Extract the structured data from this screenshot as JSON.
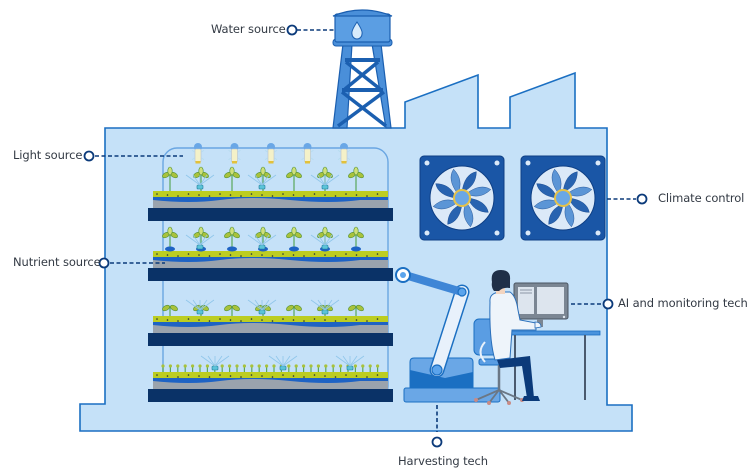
{
  "title": "Vertical farming facility",
  "colors": {
    "building_fill": "#c5e1f8",
    "building_stroke": "#1b6fc2",
    "shelf_dark": "#0a3267",
    "fan_blue": "#1a56a6",
    "accent_navy": "#0b3a7a",
    "soil_green": "#bccd21",
    "water_blue": "#1e63c4",
    "soil_gray": "#9aa3ad",
    "label_text": "#333a44"
  },
  "callouts": [
    {
      "id": "water",
      "label": "Water source",
      "icon": "water-drop-icon"
    },
    {
      "id": "light",
      "label": "Light source",
      "icon": "led-lamp-icon"
    },
    {
      "id": "nutrient",
      "label": "Nutrient source",
      "icon": "sprinkler-icon"
    },
    {
      "id": "climate",
      "label": "Climate control",
      "icon": "fan-icon"
    },
    {
      "id": "ai",
      "label": "AI and monitoring tech",
      "icon": "computer-monitor-icon"
    },
    {
      "id": "harvest",
      "label": "Harvesting tech",
      "icon": "robotic-arm-icon"
    }
  ],
  "shelves": [
    {
      "plant_type": "leafy-sprout"
    },
    {
      "plant_type": "tall-seedling"
    },
    {
      "plant_type": "young-sprout"
    },
    {
      "plant_type": "microgreens"
    }
  ],
  "lamps_count": 5,
  "fans_count": 2
}
